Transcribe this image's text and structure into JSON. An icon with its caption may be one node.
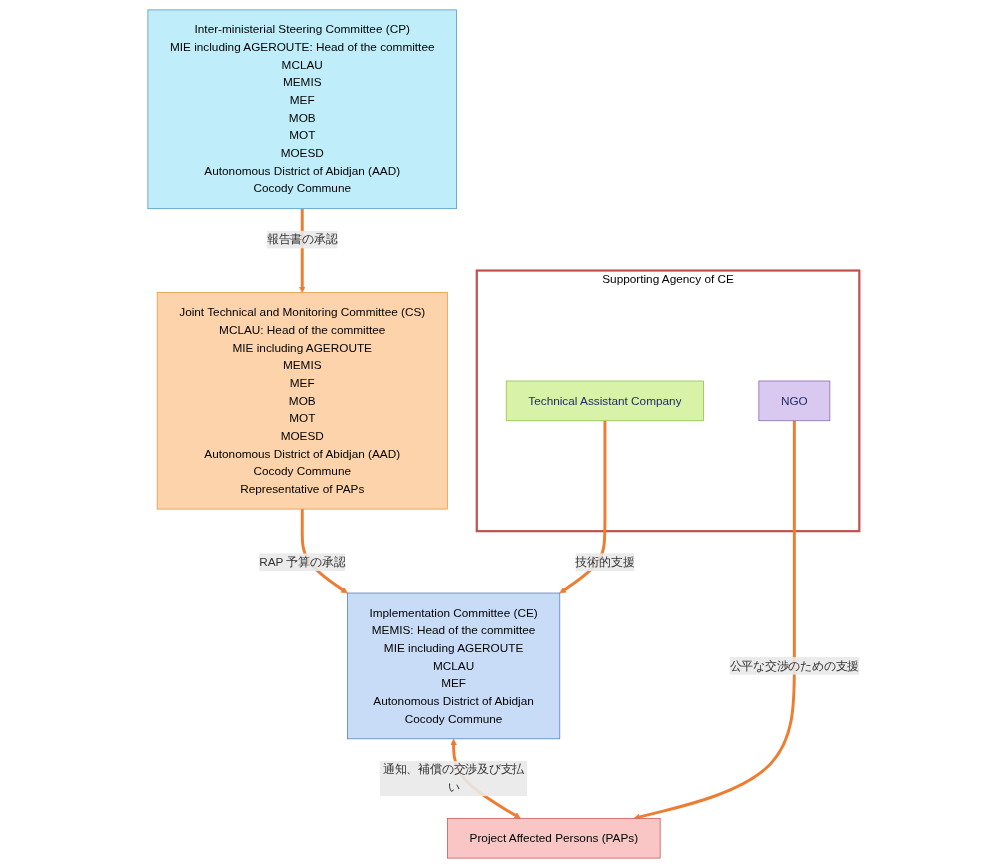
{
  "diagram": {
    "nodes": [
      {
        "text": [
          "Inter-ministerial Steering Committee (CP)",
          "MIE including AGEROUTE: Head of the committee",
          "MCLAU",
          "MEMIS",
          "MEF",
          "MOB",
          "MOT",
          "MOESD",
          "Autonomous District of Abidjan (AAD)",
          "Cocody Commune"
        ]
      },
      {
        "text": [
          "Joint Technical and Monitoring Committee (CS)",
          "MCLAU: Head of the committee",
          "MIE including AGEROUTE",
          "MEMIS",
          "MEF",
          "MOB",
          "MOT",
          "MOESD",
          "Autonomous District of Abidjan (AAD)",
          "Cocody Commune",
          "Representative of PAPs"
        ]
      },
      {
        "text": [
          "Implementation Committee (CE)",
          "MEMIS: Head of the committee",
          "MIE including AGEROUTE",
          "MCLAU",
          "MEF",
          "Autonomous District of Abidjan",
          "Cocody Commune"
        ]
      },
      {
        "text": [
          "Project Affected Persons (PAPs)"
        ]
      },
      {
        "text": [
          "Supporting Agency of CE"
        ]
      },
      {
        "text": [
          "Technical Assistant Company"
        ],
        "in": 4
      },
      {
        "text": [
          "NGO"
        ],
        "in": 4
      }
    ],
    "edges": [
      {
        "from": 0,
        "to": 1,
        "arrow": "to",
        "label": "報告書の承認"
      },
      {
        "from": 1,
        "to": 2,
        "arrow": "to",
        "label": "RAP 予算の承認"
      },
      {
        "from": 2,
        "to": 3,
        "arrow": "both",
        "label": "通知、補償の交渉及び支払い"
      },
      {
        "from": 5,
        "to": 2,
        "arrow": "to",
        "label": "技術的支援"
      },
      {
        "from": 6,
        "to": 3,
        "arrow": "to",
        "label": "公平な交渉のための支援"
      }
    ]
  }
}
